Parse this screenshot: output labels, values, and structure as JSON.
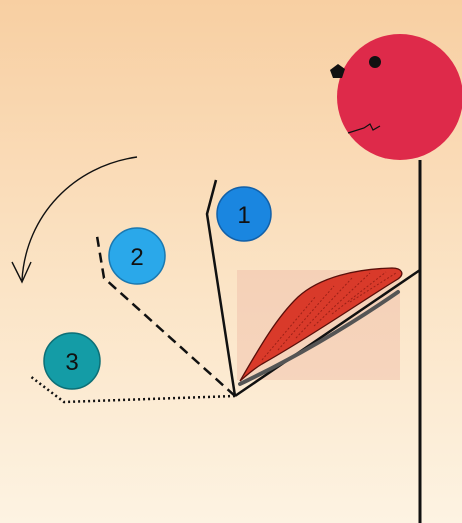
{
  "diagram": {
    "steps": [
      {
        "label": "1",
        "line_style": "solid",
        "fill": "#1a86e0"
      },
      {
        "label": "2",
        "line_style": "dashed",
        "fill": "#2aa8ea"
      },
      {
        "label": "3",
        "line_style": "dotted",
        "fill": "#149ca6"
      }
    ],
    "rotation_direction": "counterclockwise",
    "colors": {
      "background_top": "#f8cfa2",
      "background_bottom": "#fdf3e2",
      "head": "#de2a4a",
      "muscle": "#d93a2a",
      "highlight_box": "#f0c2ad",
      "line": "#111111"
    }
  }
}
